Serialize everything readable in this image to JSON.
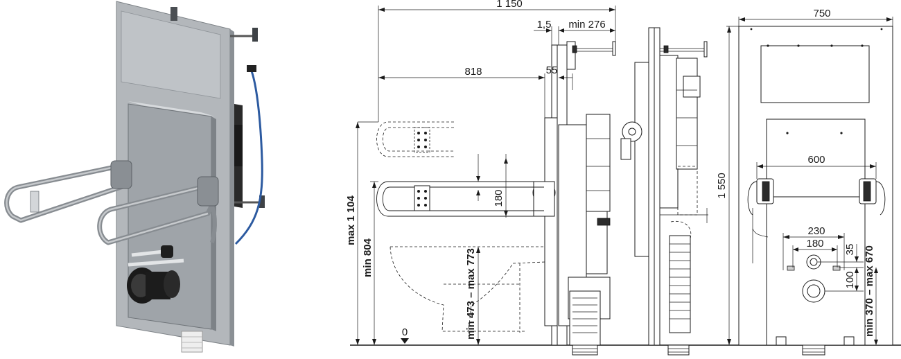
{
  "figure": {
    "colors": {
      "steel": "#a9adb1",
      "steel_dark": "#6f7479",
      "ink": "#1a1a1a",
      "hose_blue": "#2c5aa0",
      "black_parts": "#1c1c1c"
    },
    "perspective_render": {
      "panel_name": "steel-mounting-frame-render"
    },
    "side_view": {
      "dim_overall_width": "1 150",
      "dim_wall_gap": "1,5",
      "dim_depth": "min 276",
      "dim_rail_length": "818",
      "dim_rail_offset": "55",
      "dim_rail_spacing": "180",
      "dim_max_height": "max 1 104",
      "dim_min_height": "min 804",
      "dim_seat_height": "min 473 – max 773",
      "floor_zero": "0"
    },
    "front_view": {
      "dim_width": "750",
      "dim_height": "1 550",
      "dim_rail_distance": "600",
      "dim_bolt_outer": "230",
      "dim_bolt_inner": "180",
      "dim_small_offset": "35",
      "dim_outlet_offset": "100",
      "dim_outlet_height": "min 370 – max 670"
    }
  }
}
